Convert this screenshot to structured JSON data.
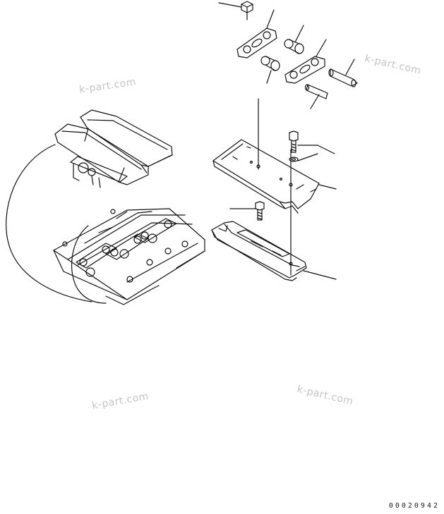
{
  "watermarks": [
    "k-part.com",
    "k-part.com",
    "k-part.com",
    "k-part.com"
  ],
  "figure_code": "00020942",
  "colors": {
    "line": "#111111",
    "watermark": "#c4c4c4",
    "background": "#ffffff"
  },
  "parts": [
    {
      "name": "nut"
    },
    {
      "name": "link-left"
    },
    {
      "name": "bushing-upper"
    },
    {
      "name": "bushing-lower"
    },
    {
      "name": "link-right"
    },
    {
      "name": "master-pin"
    },
    {
      "name": "pin"
    },
    {
      "name": "shoe-bolt"
    },
    {
      "name": "washer"
    },
    {
      "name": "track-shoe"
    },
    {
      "name": "shoe-nut-bolt"
    },
    {
      "name": "rubber-pad"
    }
  ]
}
